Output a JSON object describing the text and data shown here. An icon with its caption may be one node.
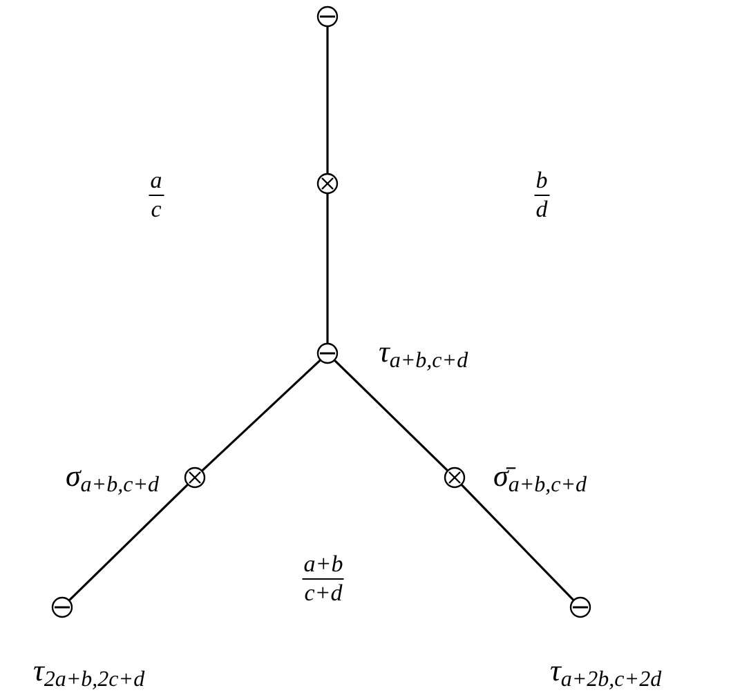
{
  "diagram": {
    "nodes": [
      {
        "text": [],
        "shape": "circle"
      },
      {
        "text": [],
        "shape": "cross"
      },
      {
        "text": [],
        "shape": "circle",
        "beside": [
          "τ$_{a+b,c+d}$"
        ]
      },
      {
        "text": [],
        "shape": "cross",
        "beside": [
          "σ$_{a+b,c+d}$"
        ]
      },
      {
        "text": [],
        "shape": "circle",
        "beside": [
          "τ$_{2a+b,2c+d}$"
        ]
      },
      {
        "text": [],
        "shape": "cross",
        "beside": [
          "σ̄$_{a+b,c+d}$"
        ]
      },
      {
        "text": [],
        "shape": "circle",
        "beside": [
          "τ$_{a+2b,c+2d}$"
        ]
      }
    ],
    "edges": [
      {
        "from": 0,
        "to": 1,
        "arrow": "none"
      },
      {
        "from": 1,
        "to": 2,
        "arrow": "none"
      },
      {
        "from": 2,
        "to": 3,
        "arrow": "none"
      },
      {
        "from": 3,
        "to": 4,
        "arrow": "none"
      },
      {
        "from": 2,
        "to": 5,
        "arrow": "none"
      },
      {
        "from": 5,
        "to": 6,
        "arrow": "none"
      }
    ],
    "labels": [
      "a",
      "b",
      "c",
      "d",
      "a+b",
      "c+d"
    ]
  }
}
